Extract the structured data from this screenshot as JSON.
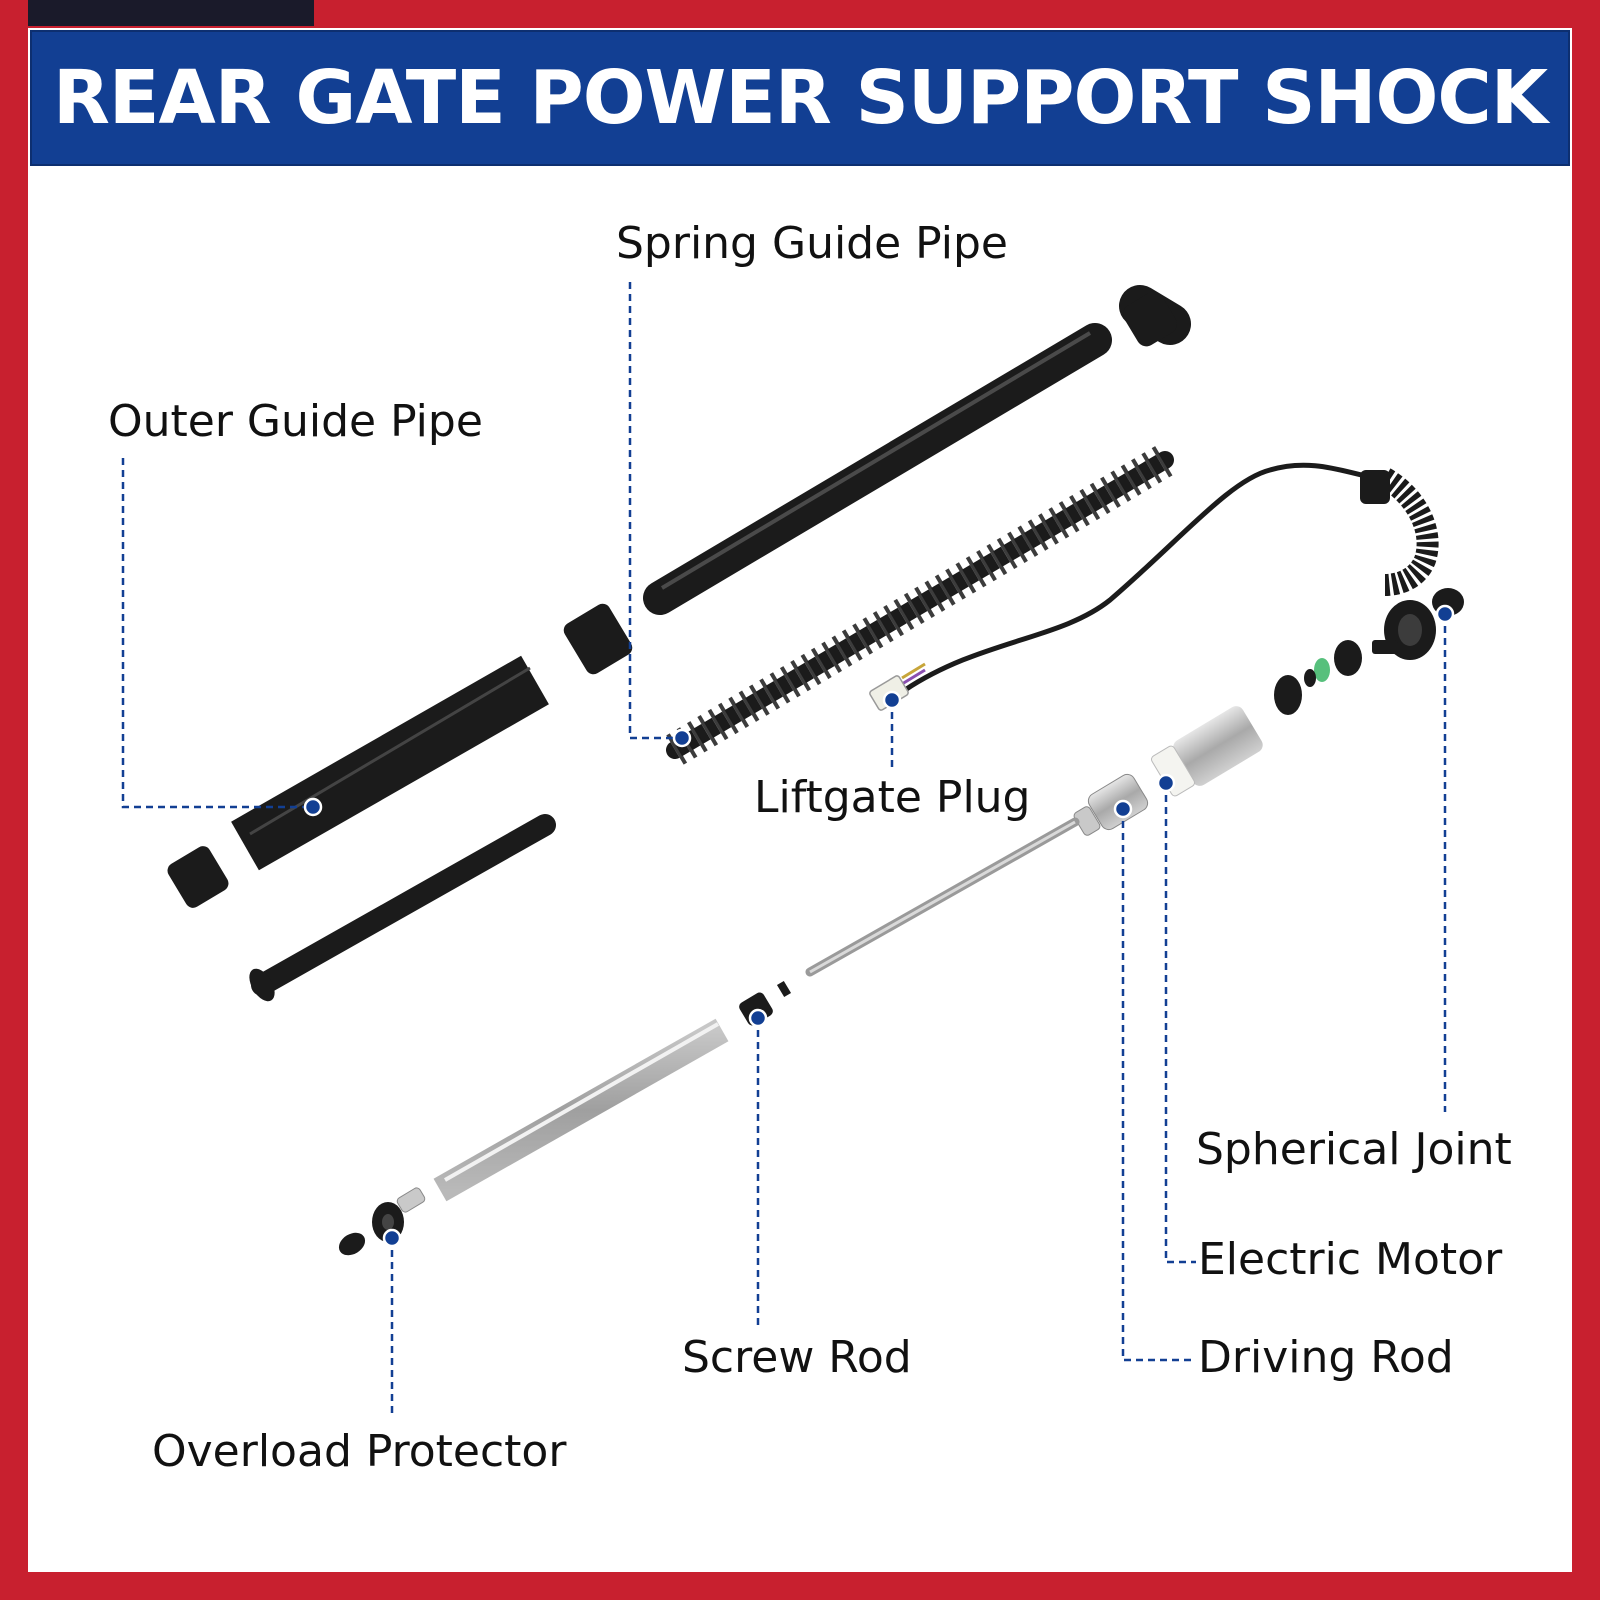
{
  "title": "REAR GATE POWER SUPPORT SHOCK",
  "colors": {
    "frame": "#c8202f",
    "banner": "#123f93",
    "leader": "#123f93",
    "part_dark": "#1b1b1b",
    "part_metal": "#b8b8b8"
  },
  "labels": {
    "spring_guide_pipe": "Spring Guide Pipe",
    "outer_guide_pipe": "Outer Guide Pipe",
    "liftgate_plug": "Liftgate Plug",
    "spherical_joint": "Spherical Joint",
    "electric_motor": "Electric Motor",
    "driving_rod": "Driving Rod",
    "screw_rod": "Screw Rod",
    "overload_protector": "Overload Protector"
  }
}
